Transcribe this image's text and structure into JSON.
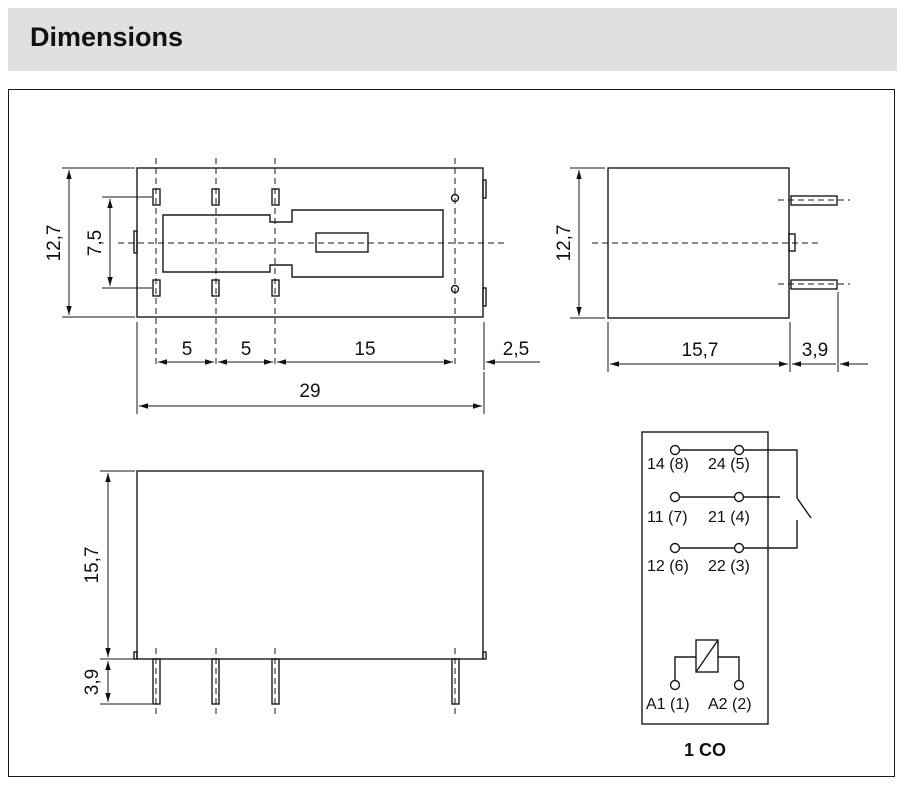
{
  "header": {
    "title": "Dimensions"
  },
  "top_view": {
    "height_dim": "12,7",
    "pin_row_dim": "7,5",
    "pitch_1": "5",
    "pitch_2": "5",
    "pitch_3": "15",
    "offset": "2,5",
    "length": "29"
  },
  "side_view": {
    "height_dim": "12,7",
    "body_dim": "15,7",
    "pin_dim": "3,9"
  },
  "front_view": {
    "body_height": "15,7",
    "pin_length": "3,9"
  },
  "schematic": {
    "t14": "14 (8)",
    "t24": "24 (5)",
    "t11": "11 (7)",
    "t21": "21 (4)",
    "t12": "12 (6)",
    "t22": "22 (3)",
    "a1": "A1 (1)",
    "a2": "A2 (2)",
    "caption": "1 CO"
  }
}
